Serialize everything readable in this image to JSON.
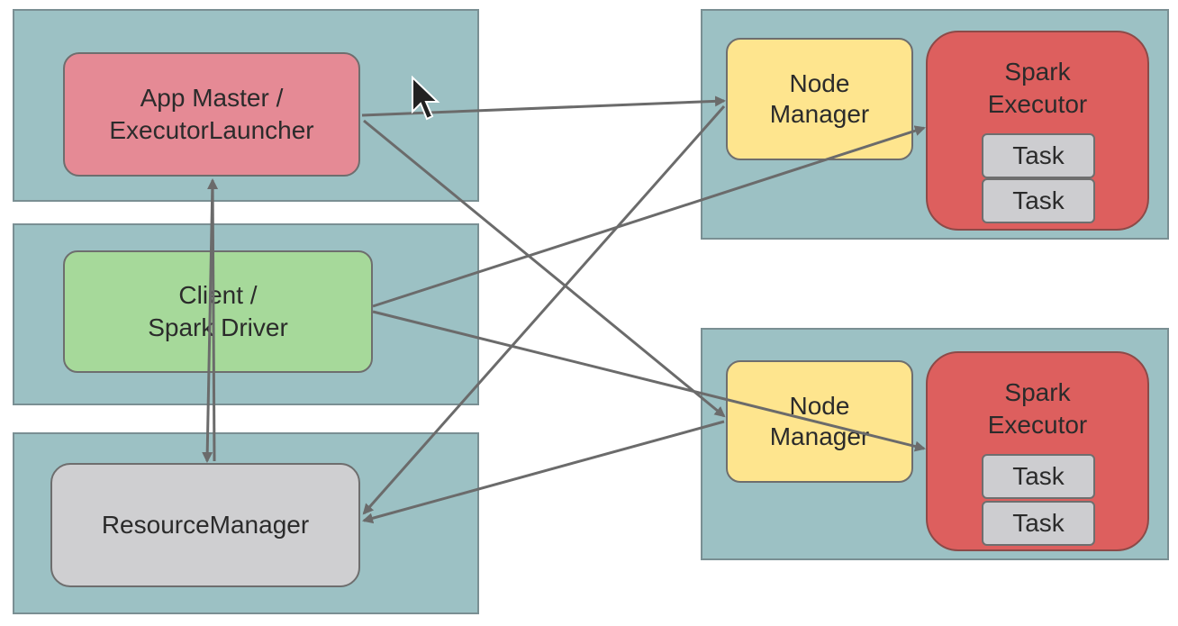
{
  "app_master": {
    "line1": "App Master /",
    "line2": "ExecutorLauncher"
  },
  "client": {
    "line1": "Client /",
    "line2": "Spark Driver"
  },
  "resource_manager": {
    "label": "ResourceManager"
  },
  "node_top": {
    "manager": {
      "line1": "Node",
      "line2": "Manager"
    },
    "executor": {
      "line1": "Spark",
      "line2": "Executor"
    },
    "tasks": [
      "Task",
      "Task"
    ]
  },
  "node_bottom": {
    "manager": {
      "line1": "Node",
      "line2": "Manager"
    },
    "executor": {
      "line1": "Spark",
      "line2": "Executor"
    },
    "tasks": [
      "Task",
      "Task"
    ]
  },
  "colors": {
    "panel": "#9cc1c4",
    "app_master": "#e58a95",
    "client": "#a6d99a",
    "resource_manager": "#cfcfd1",
    "node_manager": "#fee58e",
    "executor": "#dd5f5e",
    "task": "#cdcdd0",
    "arrow": "#6b6b6b"
  }
}
